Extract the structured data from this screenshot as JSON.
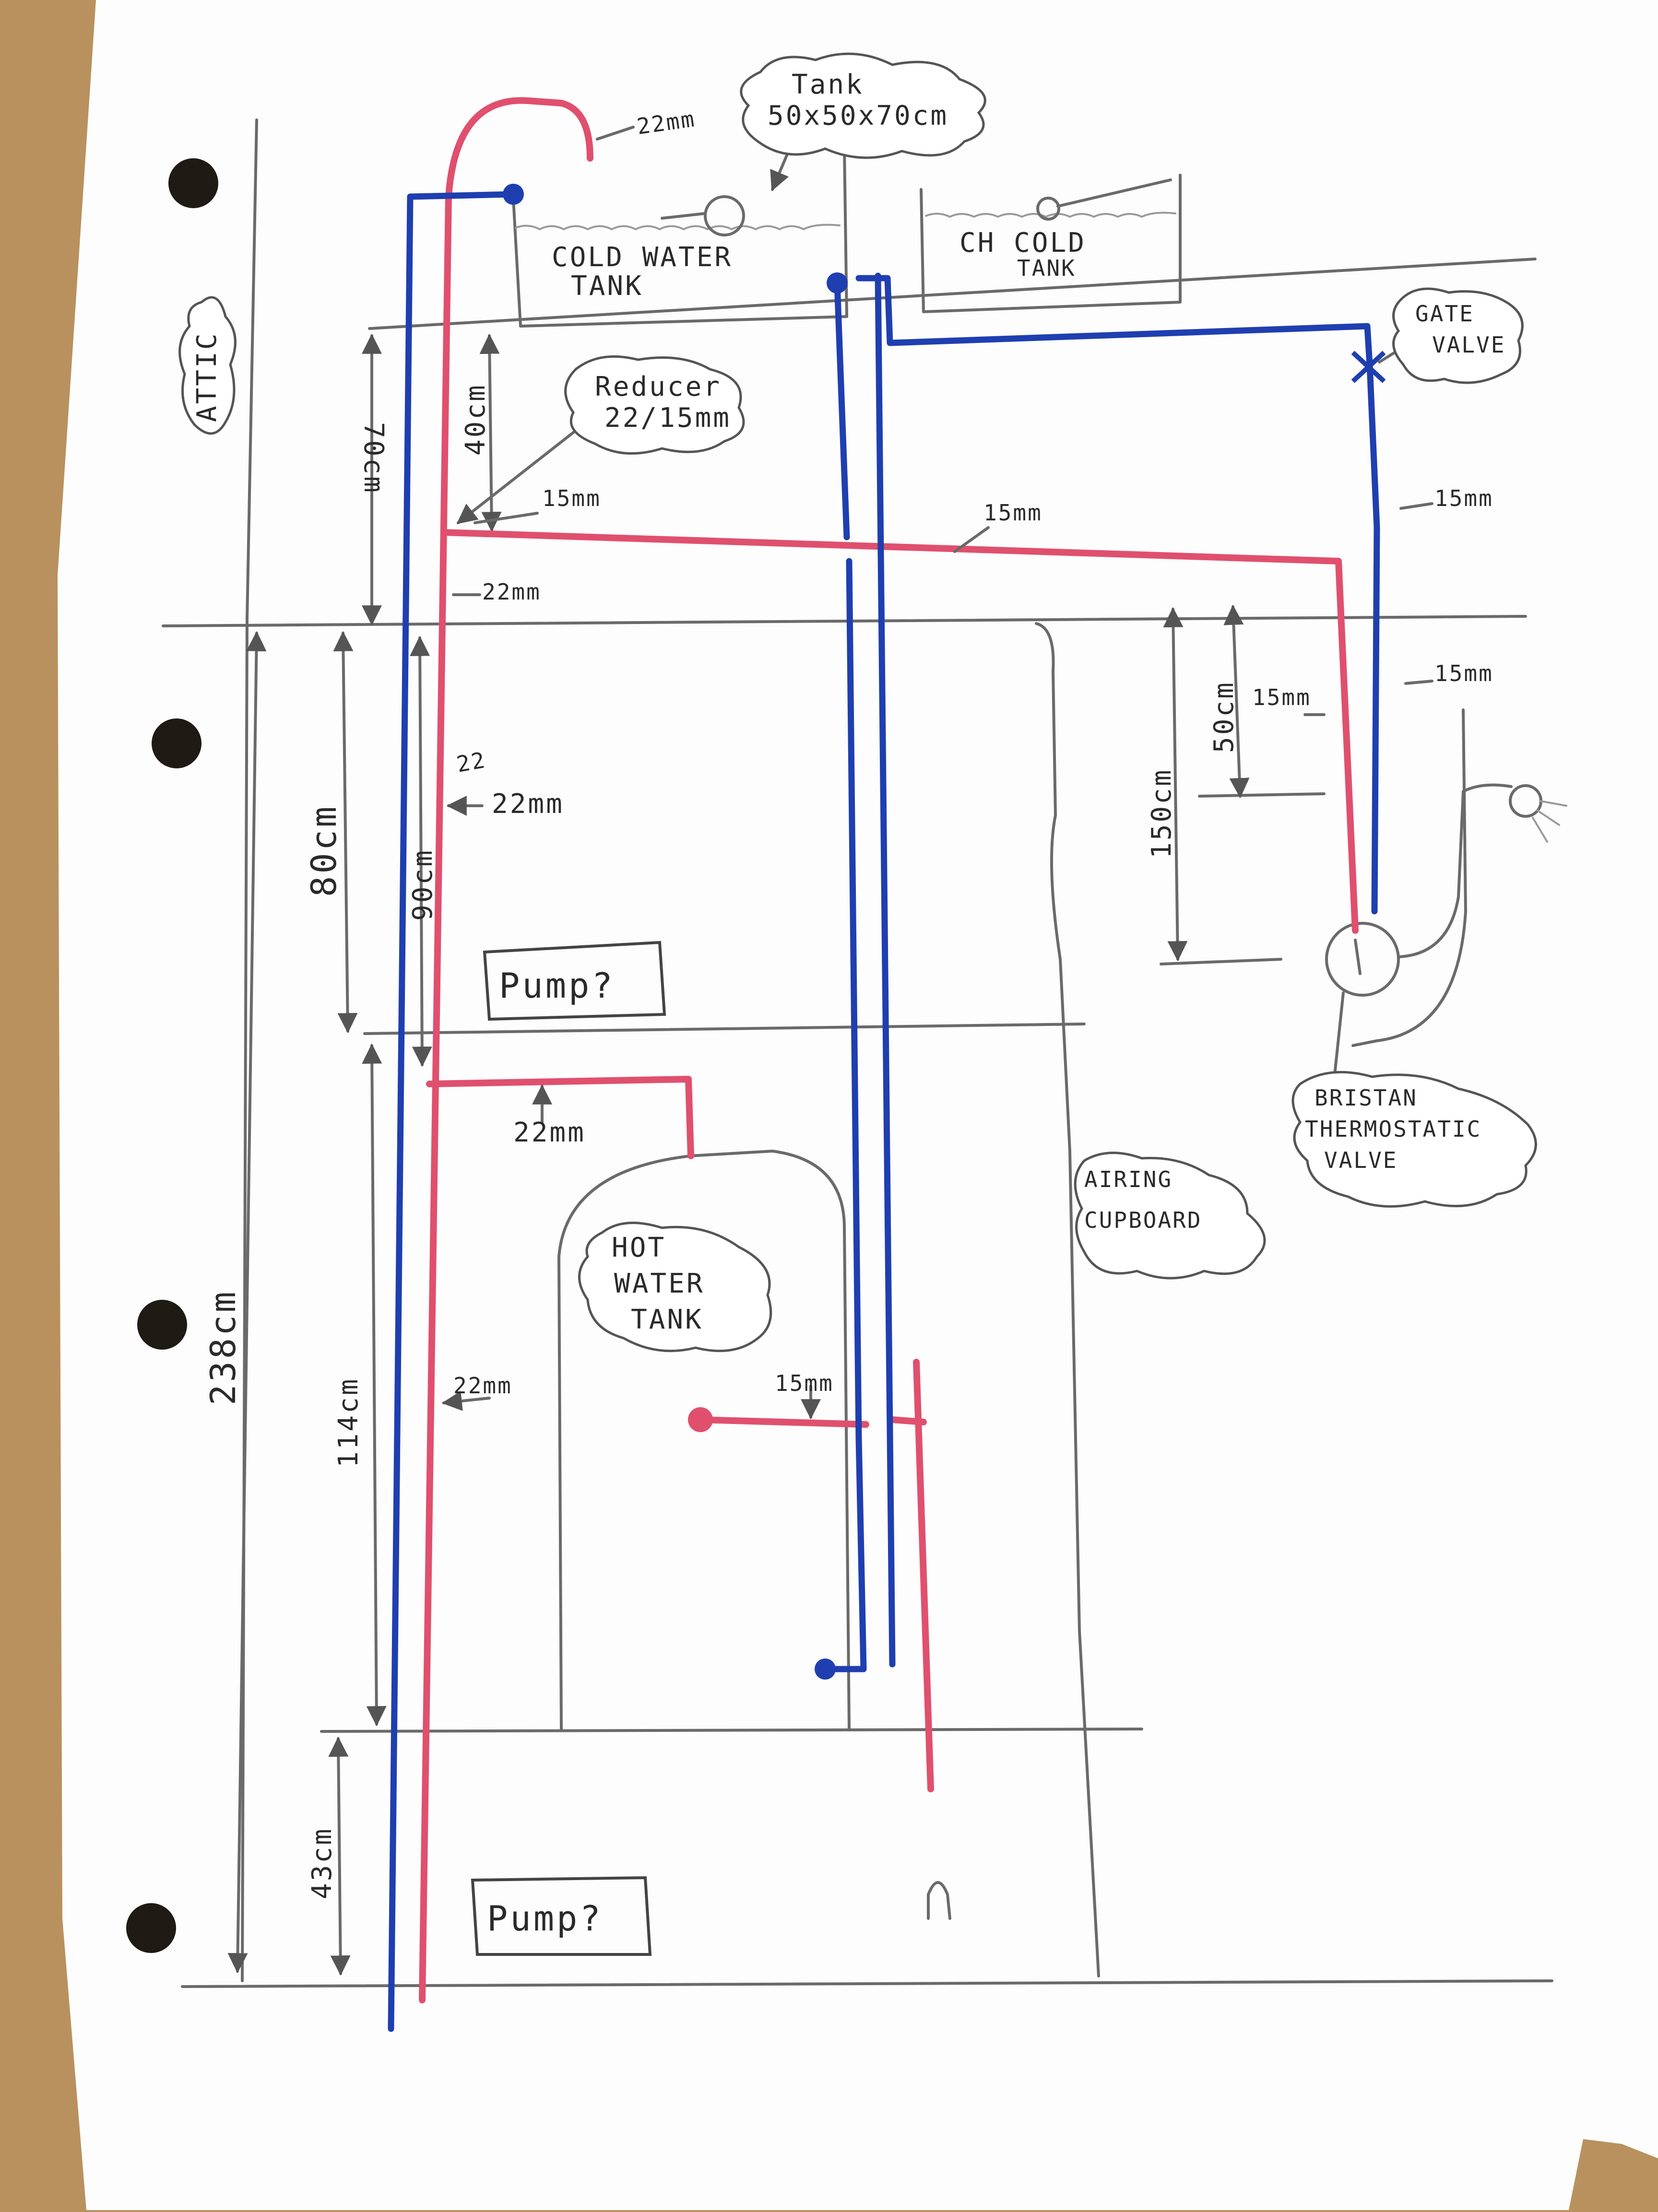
{
  "labels": {
    "tank_size_1": "Tank",
    "tank_size_2": "50x50x70cm",
    "pipe_22mm_top": "22mm",
    "cold_water_tank_1": "COLD WATER",
    "cold_water_tank_2": "TANK",
    "ch_cold_tank_1": "CH COLD",
    "ch_cold_tank_2": "TANK",
    "gate_valve_1": "GATE",
    "gate_valve_2": "VALVE",
    "attic": "ATTIC",
    "reducer_1": "Reducer",
    "reducer_2": "22/15mm",
    "dim_70cm": "70cm",
    "dim_40cm": "40cm",
    "pipe_15mm_a": "15mm",
    "pipe_15mm_b": "15mm",
    "pipe_15mm_c": "15mm",
    "pipe_22mm_mid": "22mm",
    "pipe_15mm_d": "15mm",
    "pipe_15mm_e": "15mm",
    "dim_50cm": "50cm",
    "dim_150cm": "150cm",
    "dim_80cm": "80cm",
    "dim_90cm": "90cm",
    "pipe_22_small": "22",
    "pipe_22mm_low": "22mm",
    "pump_upper": "Pump?",
    "bristan_1": "BRISTAN",
    "bristan_2": "THERMOSTATIC",
    "bristan_3": "VALVE",
    "pipe_22mm_tank": "22mm",
    "airing_1": "AIRING",
    "airing_2": "CUPBOARD",
    "hot_water_tank_1": "HOT",
    "hot_water_tank_2": "WATER",
    "hot_water_tank_3": "TANK",
    "dim_238cm": "238cm",
    "dim_114cm": "114cm",
    "pipe_22mm_bottom": "22mm",
    "pipe_15mm_tank": "15mm",
    "dim_43cm": "43cm",
    "pump_lower": "Pump?"
  },
  "colors": {
    "cold_pipe": "#1f3fb0",
    "hot_pipe": "#e0506e",
    "pencil": "#6a6a6a",
    "paper": "#ffffff",
    "table": "#b8915e"
  }
}
